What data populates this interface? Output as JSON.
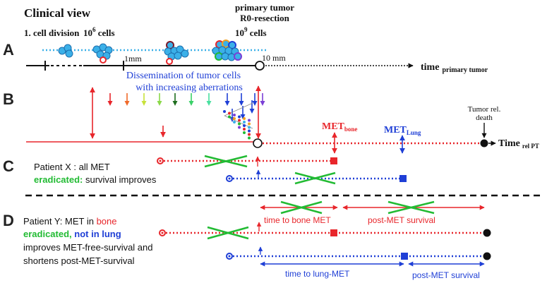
{
  "title": "Clinical view",
  "primary_tumor": {
    "line1": "primary tumor",
    "line2": "R0-resection"
  },
  "labels": {
    "cell_division": "1. cell division",
    "cells_1e6_base": "10",
    "cells_1e6_exp": "6",
    "cells_1e6_unit": " cells",
    "cells_1e9_base": "10",
    "cells_1e9_exp": "9",
    "cells_1e9_unit": " cells",
    "one_mm": "1mm",
    "ten_mm": "10 mm",
    "time_primary_main": "time",
    "time_primary_sub": "primary tumor",
    "dissemination_line1": "Dissemination of tumor cells",
    "dissemination_line2": "with increasing aberrations",
    "met_bone_main": "MET",
    "met_bone_sub": "bone",
    "met_lung_main": "MET",
    "met_lung_sub": "Lung",
    "tumor_death_line1": "Tumor rel.",
    "tumor_death_line2": "death",
    "time_rel_main": "Time",
    "time_rel_sub": "rel PT"
  },
  "rows": {
    "A": "A",
    "B": "B",
    "C": "C",
    "D": "D"
  },
  "patient_x": {
    "line1": "Patient X : all MET",
    "eradicated": "eradicated:",
    "rest": "  survival improves"
  },
  "patient_y": {
    "prefix": "Patient Y:  MET in ",
    "bone": "bone",
    "eradicated": "eradicated, ",
    "not_in_lung": "not in lung",
    "line3": "improves MET-free-survival and",
    "line4": "shortens post-MET-survival"
  },
  "spans": {
    "time_to_bone": "time to bone MET",
    "post_met_top": "post-MET survival",
    "time_to_lung": "time to  lung-MET",
    "post_met_bottom": "post-MET survival"
  },
  "colors": {
    "red": "#e8262b",
    "blue": "#1f3fd6",
    "green": "#22bb33",
    "light_blue": "#3bb0e8",
    "dark": "#111111"
  },
  "dissemination_arrow_colors": [
    "#e8262b",
    "#f06a2a",
    "#c8e23a",
    "#8bd94a",
    "#1e6e1e",
    "#3ad168",
    "#4ae0a0",
    "#1f3fd6",
    "#1f3fd6",
    "#1f3fd6",
    "#7b3fd6"
  ]
}
